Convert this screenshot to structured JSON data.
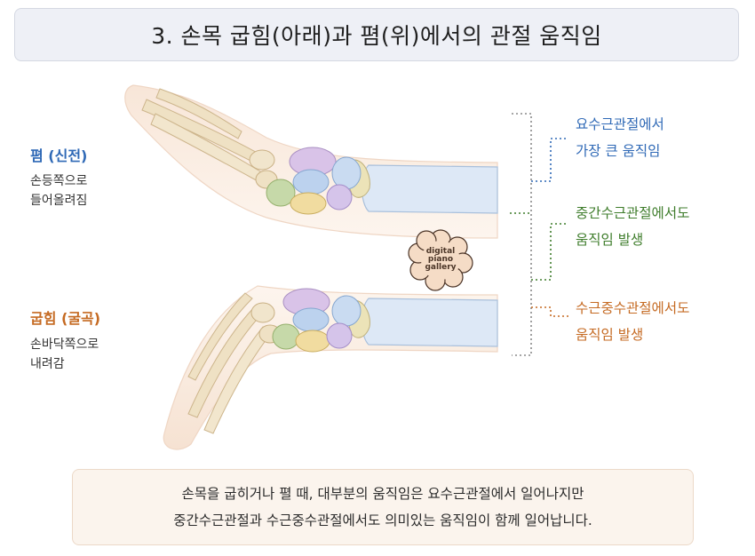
{
  "title": "3. 손목 굽힘(아래)과 폄(위)에서의 관절 움직임",
  "extension": {
    "heading": "폄 (신전)",
    "desc_line1": "손등쪽으로",
    "desc_line2": "들어올려짐"
  },
  "flexion": {
    "heading": "굽힘 (굴곡)",
    "desc_line1": "손바닥쪽으로",
    "desc_line2": "내려감"
  },
  "joints": [
    {
      "line1": "요수근관절에서",
      "line2": "가장 큰 움직임",
      "color": "#2f69b6"
    },
    {
      "line1": "중간수근관절에서도",
      "line2": "움직임 발생",
      "color": "#3f7d2c"
    },
    {
      "line1": "수근중수관절에서도",
      "line2": "움직임 발생",
      "color": "#c56a22"
    }
  ],
  "watermark": {
    "line1": "digital",
    "line2": "piano",
    "line3": "gallery"
  },
  "footer": {
    "line1": "손목을 굽히거나 펼 때, 대부분의 움직임은 요수근관절에서 일어나지만",
    "line2": "중간수근관절과 수근중수관절에서도 의미있는 움직임이 함께 일어납니다."
  },
  "colors": {
    "bone": "#efe1c4",
    "radius": "#dde8f6",
    "carpal_purple": "#d9c3e8",
    "carpal_blue": "#bcd2ee",
    "carpal_green": "#c6d9a9",
    "carpal_yellow": "#f1dca0",
    "skin": "#fbeee4"
  }
}
